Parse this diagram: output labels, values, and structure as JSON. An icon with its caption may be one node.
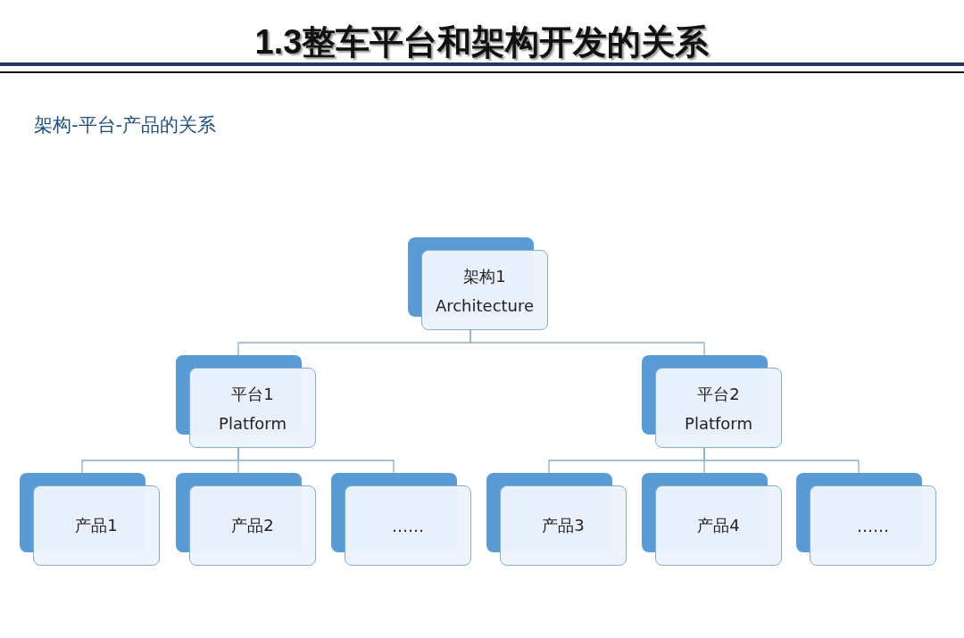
{
  "diagram": {
    "title": "1.3整车平台和架构开发的关系",
    "nodes": [
      {
        "text": [
          "架构1",
          "Architecture"
        ]
      },
      {
        "text": [
          "平台1",
          "Platform"
        ]
      },
      {
        "text": [
          "平台2",
          "Platform"
        ]
      },
      {
        "text": [
          "产品1"
        ]
      },
      {
        "text": [
          "产品2"
        ]
      },
      {
        "text": [
          "……"
        ]
      },
      {
        "text": [
          "产品3"
        ]
      },
      {
        "text": [
          "产品4"
        ]
      },
      {
        "text": [
          "……"
        ]
      }
    ],
    "edges": [
      {
        "from": 0,
        "to": 1,
        "arrow": "none"
      },
      {
        "from": 0,
        "to": 2,
        "arrow": "none"
      },
      {
        "from": 1,
        "to": 3,
        "arrow": "none"
      },
      {
        "from": 1,
        "to": 4,
        "arrow": "none"
      },
      {
        "from": 1,
        "to": 5,
        "arrow": "none"
      },
      {
        "from": 2,
        "to": 6,
        "arrow": "none"
      },
      {
        "from": 2,
        "to": 7,
        "arrow": "none"
      },
      {
        "from": 2,
        "to": 8,
        "arrow": "none"
      }
    ],
    "labels": [
      "架构-平台-产品的关系"
    ]
  }
}
